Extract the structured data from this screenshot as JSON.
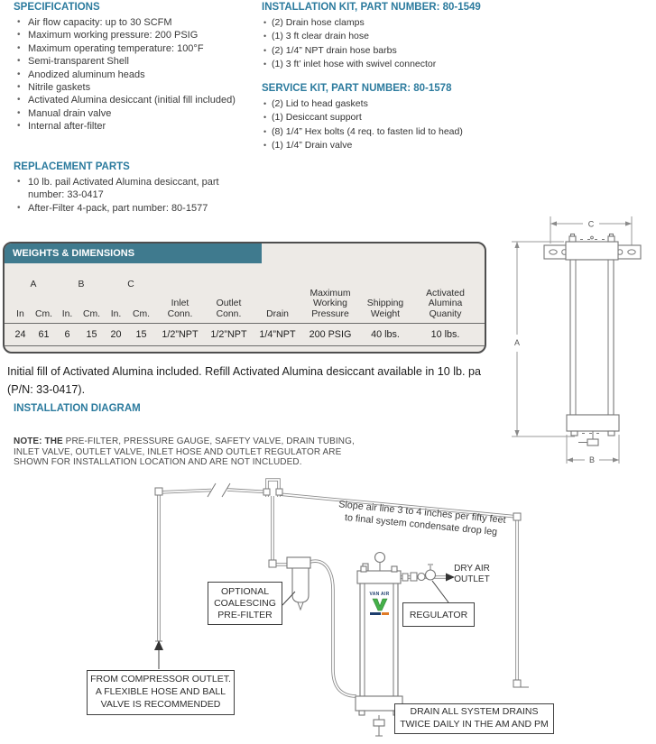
{
  "colors": {
    "heading_teal": "#2c7b9e",
    "table_bar_teal": "#3f7a8e",
    "table_bg": "#edeae6",
    "logo_green": "#45b049",
    "logo_navy": "#1d3e6d",
    "logo_orange": "#e07b27"
  },
  "specifications": {
    "title": "SPECIFICATIONS",
    "items": [
      "Air flow capacity: up to 30 SCFM",
      "Maximum working pressure: 200 PSIG",
      "Maximum operating temperature: 100°F",
      "Semi-transparent Shell",
      "Anodized aluminum heads",
      "Nitrile gaskets",
      "Activated Alumina desiccant (initial fill included)",
      "Manual drain valve",
      "Internal after-filter"
    ]
  },
  "installation_kit": {
    "title": "INSTALLATION KIT, PART NUMBER: 80-1549",
    "items": [
      "(2) Drain hose clamps",
      "(1) 3 ft clear drain hose",
      "(2) 1/4” NPT drain hose barbs",
      "(1) 3 ft’ inlet hose with swivel connector"
    ]
  },
  "service_kit": {
    "title": "SERVICE KIT, PART NUMBER: 80-1578",
    "items": [
      "(2) Lid to head gaskets",
      "(1) Desiccant support",
      "(8) 1/4” Hex bolts  (4 req. to fasten lid to head)",
      "(1) 1/4”  Drain valve"
    ]
  },
  "replacement_parts": {
    "title": "REPLACEMENT PARTS",
    "items": [
      "10 lb. pail Activated Alumina desiccant, part number: 33-0417",
      "After-Filter 4-pack, part number: 80-1577"
    ]
  },
  "weights_table": {
    "title": "WEIGHTS & DIMENSIONS",
    "group_headers": [
      "A",
      "B",
      "C"
    ],
    "unit_headers": [
      "In",
      "Cm.",
      "In.",
      "Cm.",
      "In.",
      "Cm."
    ],
    "col_headers": [
      "Inlet\nConn.",
      "Outlet\nConn.",
      "Drain",
      "Maximum\nWorking\nPressure",
      "Shipping\nWeight",
      "Activated\nAlumina\nQuanity"
    ],
    "row": [
      "24",
      "61",
      "6",
      "15",
      "20",
      "15",
      "1/2”NPT",
      "1/2”NPT",
      "1/4”NPT",
      "200 PSIG",
      "40 lbs.",
      "10 lbs."
    ]
  },
  "initial_fill_note": "Initial fill of Activated Alumina included. Refill Activated Alumina desiccant available in 10 lb. pa\n(P/N: 33-0417).",
  "installation_diagram": {
    "title": "INSTALLATION DIAGRAM",
    "note_bold": "NOTE: THE",
    "note_rest": " PRE-FILTER, PRESSURE GAUGE, SAFETY VALVE, DRAIN TUBING,\nINLET VALVE, OUTLET VALVE, INLET HOSE AND OUTLET REGULATOR ARE\nSHOWN FOR INSTALLATION LOCATION AND ARE NOT INCLUDED.",
    "slope_label": "Slope air line 3 to 4 inches per fifty feet\nto final system condensate drop leg",
    "labels": {
      "pre_filter_box": "OPTIONAL\nCOALESCING\nPRE-FILTER",
      "regulator_box": "REGULATOR",
      "dry_air_outlet": "DRY AIR\nOUTLET",
      "compressor_box": "FROM COMPRESSOR OUTLET.\nA FLEXIBLE HOSE AND BALL\nVALVE IS RECOMMENDED",
      "drain_box": "DRAIN ALL SYSTEM DRAINS\nTWICE DAILY IN THE AM AND PM",
      "unit_brand": "VAN AIR"
    }
  },
  "dimension_drawing": {
    "labels": {
      "a": "A",
      "b": "B",
      "c": "C"
    }
  }
}
